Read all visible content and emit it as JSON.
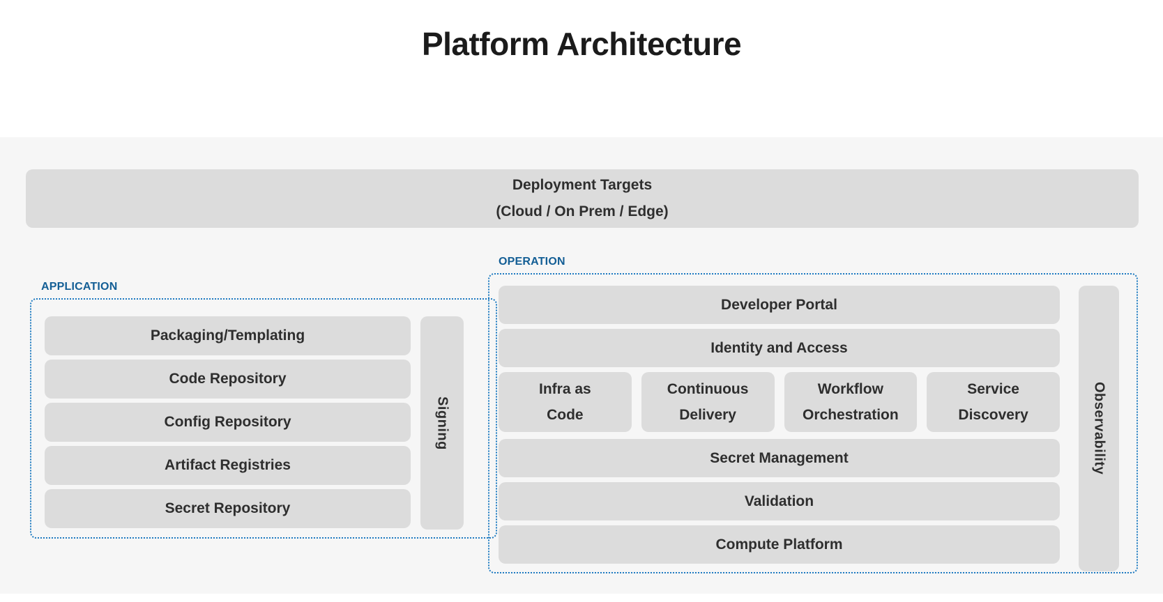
{
  "title": "Platform Architecture",
  "colors": {
    "accent_blue": "#1b79c0",
    "label_blue": "#135e95",
    "box_gray": "#dcdcdc",
    "panel_gray": "#f6f6f6",
    "text_dark": "#2e2e2e",
    "title_dark": "#1b1b1b"
  },
  "deployment": {
    "line1": "Deployment Targets",
    "line2": "(Cloud / On Prem / Edge)"
  },
  "application": {
    "label": "APPLICATION",
    "items": [
      "Packaging/Templating",
      "Code Repository",
      "Config Repository",
      "Artifact Registries",
      "Secret Repository"
    ],
    "side_label": "Signing"
  },
  "operation": {
    "label": "OPERATION",
    "rows_top": [
      "Developer Portal",
      "Identity and Access"
    ],
    "grid_row": [
      "Infra as\nCode",
      "Continuous\nDelivery",
      "Workflow\nOrchestration",
      "Service\nDiscovery"
    ],
    "rows_bottom": [
      "Secret Management",
      "Validation",
      "Compute Platform"
    ],
    "side_label": "Observability"
  }
}
